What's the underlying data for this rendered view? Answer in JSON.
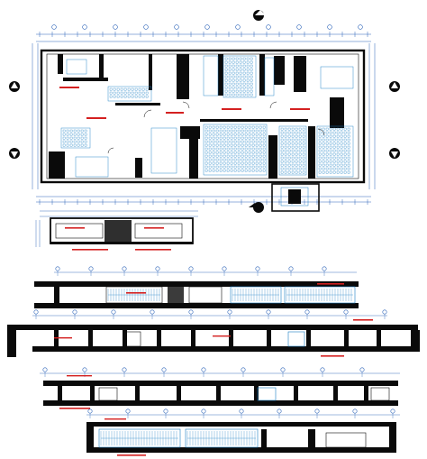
{
  "colors": {
    "line": "#0a0a0a",
    "accent": "#1a7fc4",
    "dim": "#2a62b8",
    "label_red": "#d42020",
    "background": "#ffffff"
  },
  "sheet": {
    "views": [
      {
        "id": "floor-plan",
        "type": "plan"
      },
      {
        "id": "section-a",
        "type": "section"
      },
      {
        "id": "elevation-1",
        "type": "elevation"
      },
      {
        "id": "elevation-2",
        "type": "elevation"
      },
      {
        "id": "elevation-3",
        "type": "elevation"
      },
      {
        "id": "elevation-4",
        "type": "elevation"
      }
    ],
    "icons": [
      "north-arrow-icon",
      "section-marker-icon",
      "grid-bubble-icon",
      "dimension-tick-icon"
    ]
  }
}
